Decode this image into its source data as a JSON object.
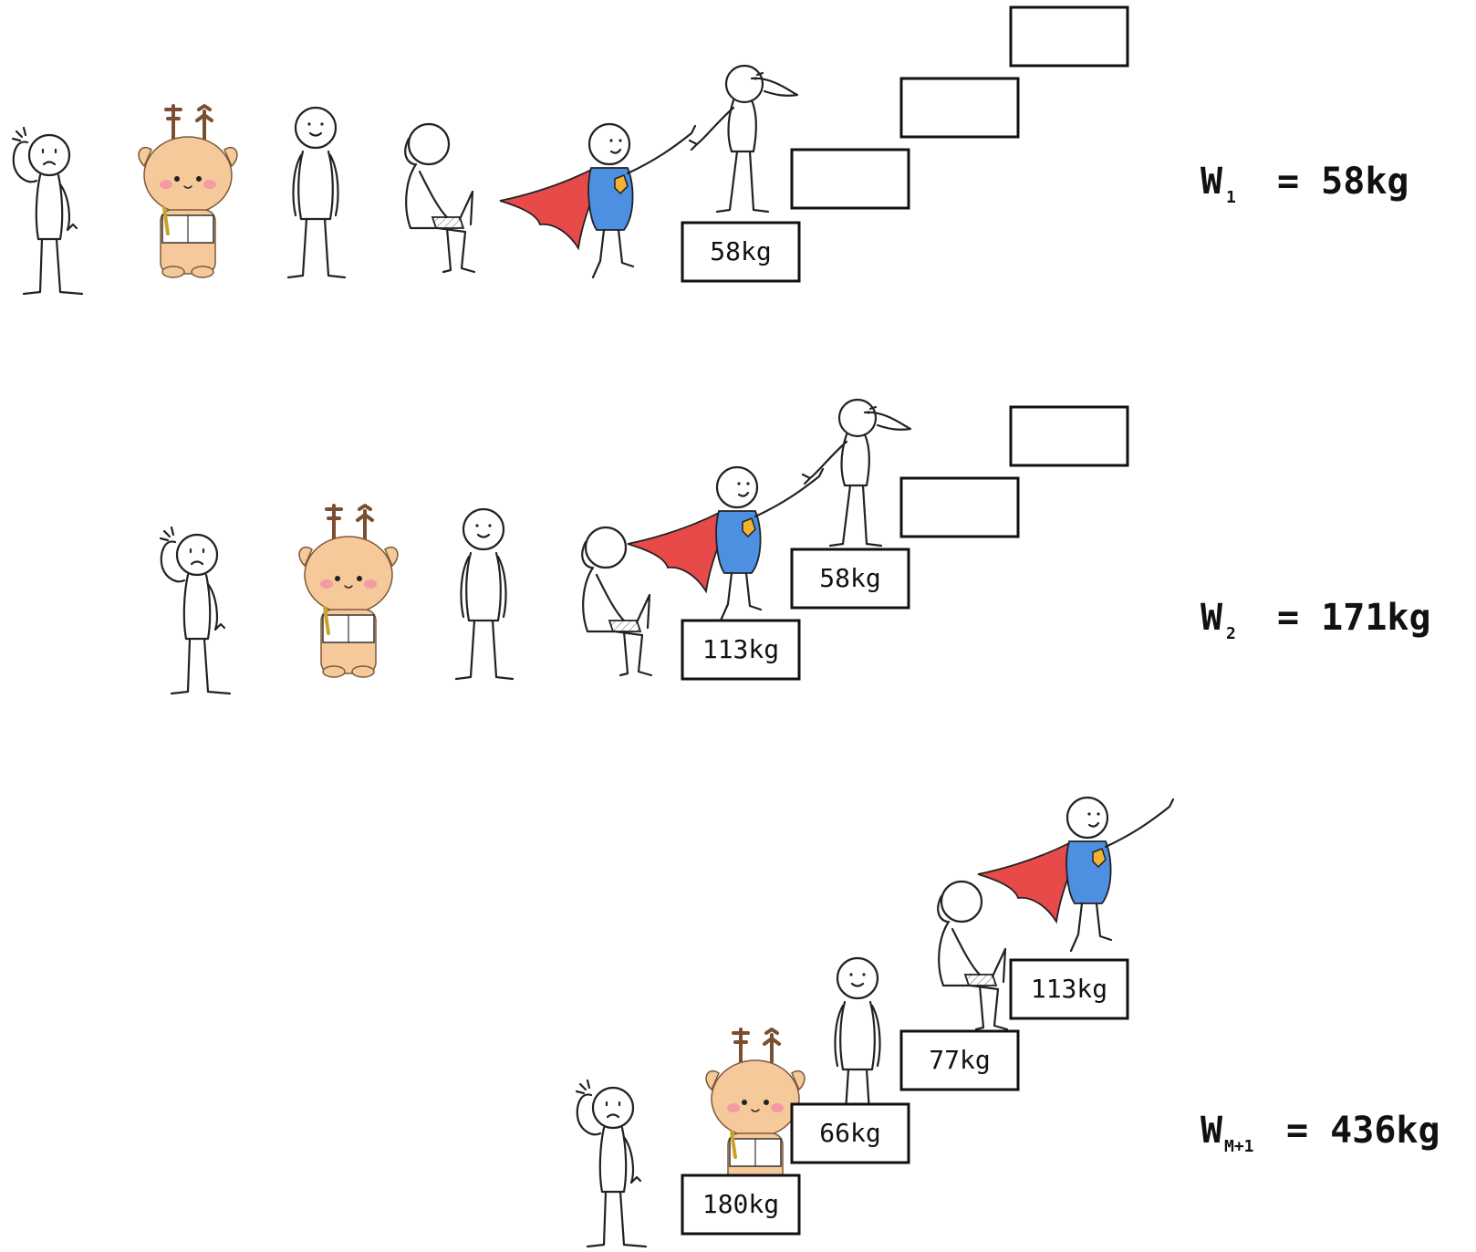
{
  "colors": {
    "ink": "#222222",
    "cape": "#e84a4a",
    "shirt": "#4d8fe0",
    "badge": "#f2b233",
    "deer": "#f6c99b",
    "antler": "#7a4e2f",
    "blush": "#f49aa3"
  },
  "rows": [
    {
      "steps": [
        "58kg",
        "",
        "",
        ""
      ],
      "equation": {
        "main": "W",
        "sub": "1",
        "rest": "= 58kg"
      }
    },
    {
      "steps": [
        "113kg",
        "58kg",
        "",
        ""
      ],
      "equation": {
        "main": "W",
        "sub": "2",
        "rest": "= 171kg"
      }
    },
    {
      "steps": [
        "180kg",
        "66kg",
        "77kg",
        "113kg"
      ],
      "equation": {
        "main": "W",
        "sub": "M+1",
        "rest": "= 436kg"
      }
    }
  ]
}
